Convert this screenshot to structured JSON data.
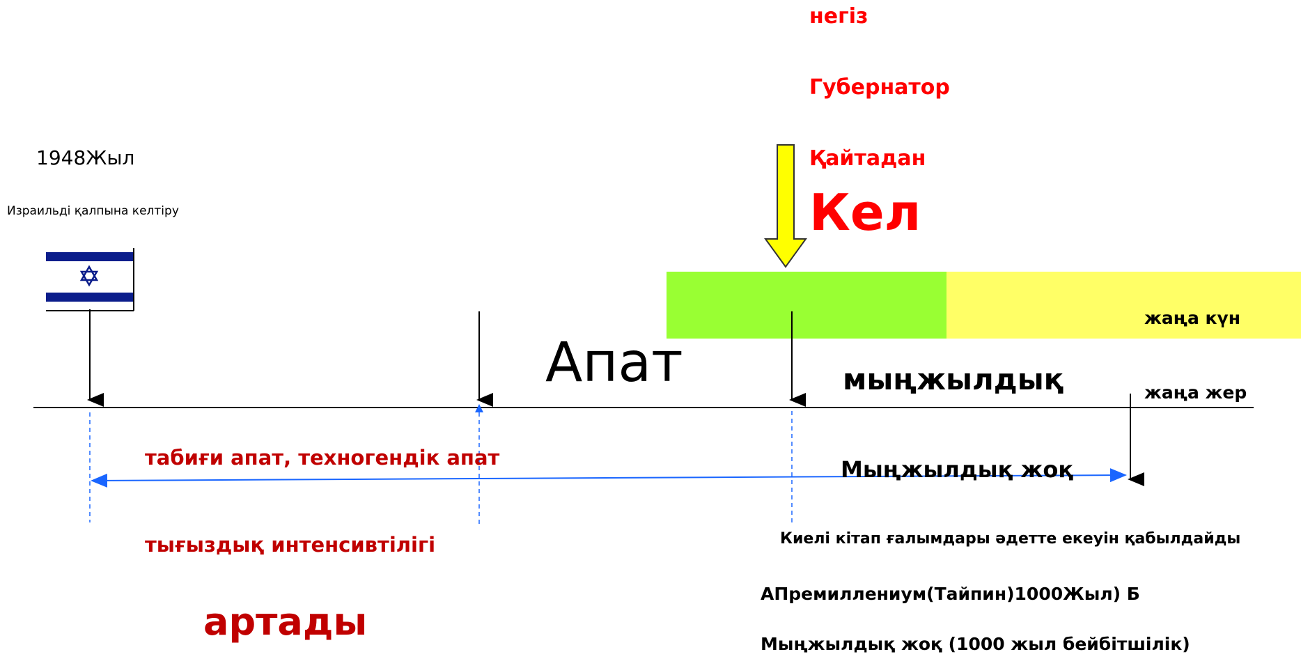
{
  "colors": {
    "red": "#ff0000",
    "dark_red": "#c00000",
    "green_block": "#99ff33",
    "yellow_block": "#ffff66",
    "arrow_yellow": "#ffff00",
    "blue_dashed": "#1a66ff",
    "flag_blue": "#0b1d8b"
  },
  "left": {
    "year": "1948Жыл",
    "caption": "Израильді қалпына келтіру",
    "flag_icon": "israel-flag-icon"
  },
  "second_coming": {
    "line1": "негіз",
    "line2": "Губернатор",
    "line3": "Қайтадан",
    "line4": "Кел",
    "arrow_icon": "yellow-down-arrow-icon"
  },
  "timeline": {
    "disaster": "Апат",
    "millennium_block": "мыңжылдық",
    "new_sky": "жаңа күн",
    "new_earth": "жаңа жер",
    "no_millennium": "Мыңжылдық жоқ"
  },
  "bottom_left": {
    "disasters": "табиғи апат, техногендік апат",
    "intensity": "тығыздық интенсивтілігі",
    "increases": "артады"
  },
  "bottom_right": {
    "scholars": "Киелі кітап ғалымдары әдетте екеуін қабылдайды",
    "view_a": "АПремиллениум(Тайпин)1000Жыл) Б",
    "view_b": "Мыңжылдық жоқ (1000 жыл бейбітшілік)"
  }
}
